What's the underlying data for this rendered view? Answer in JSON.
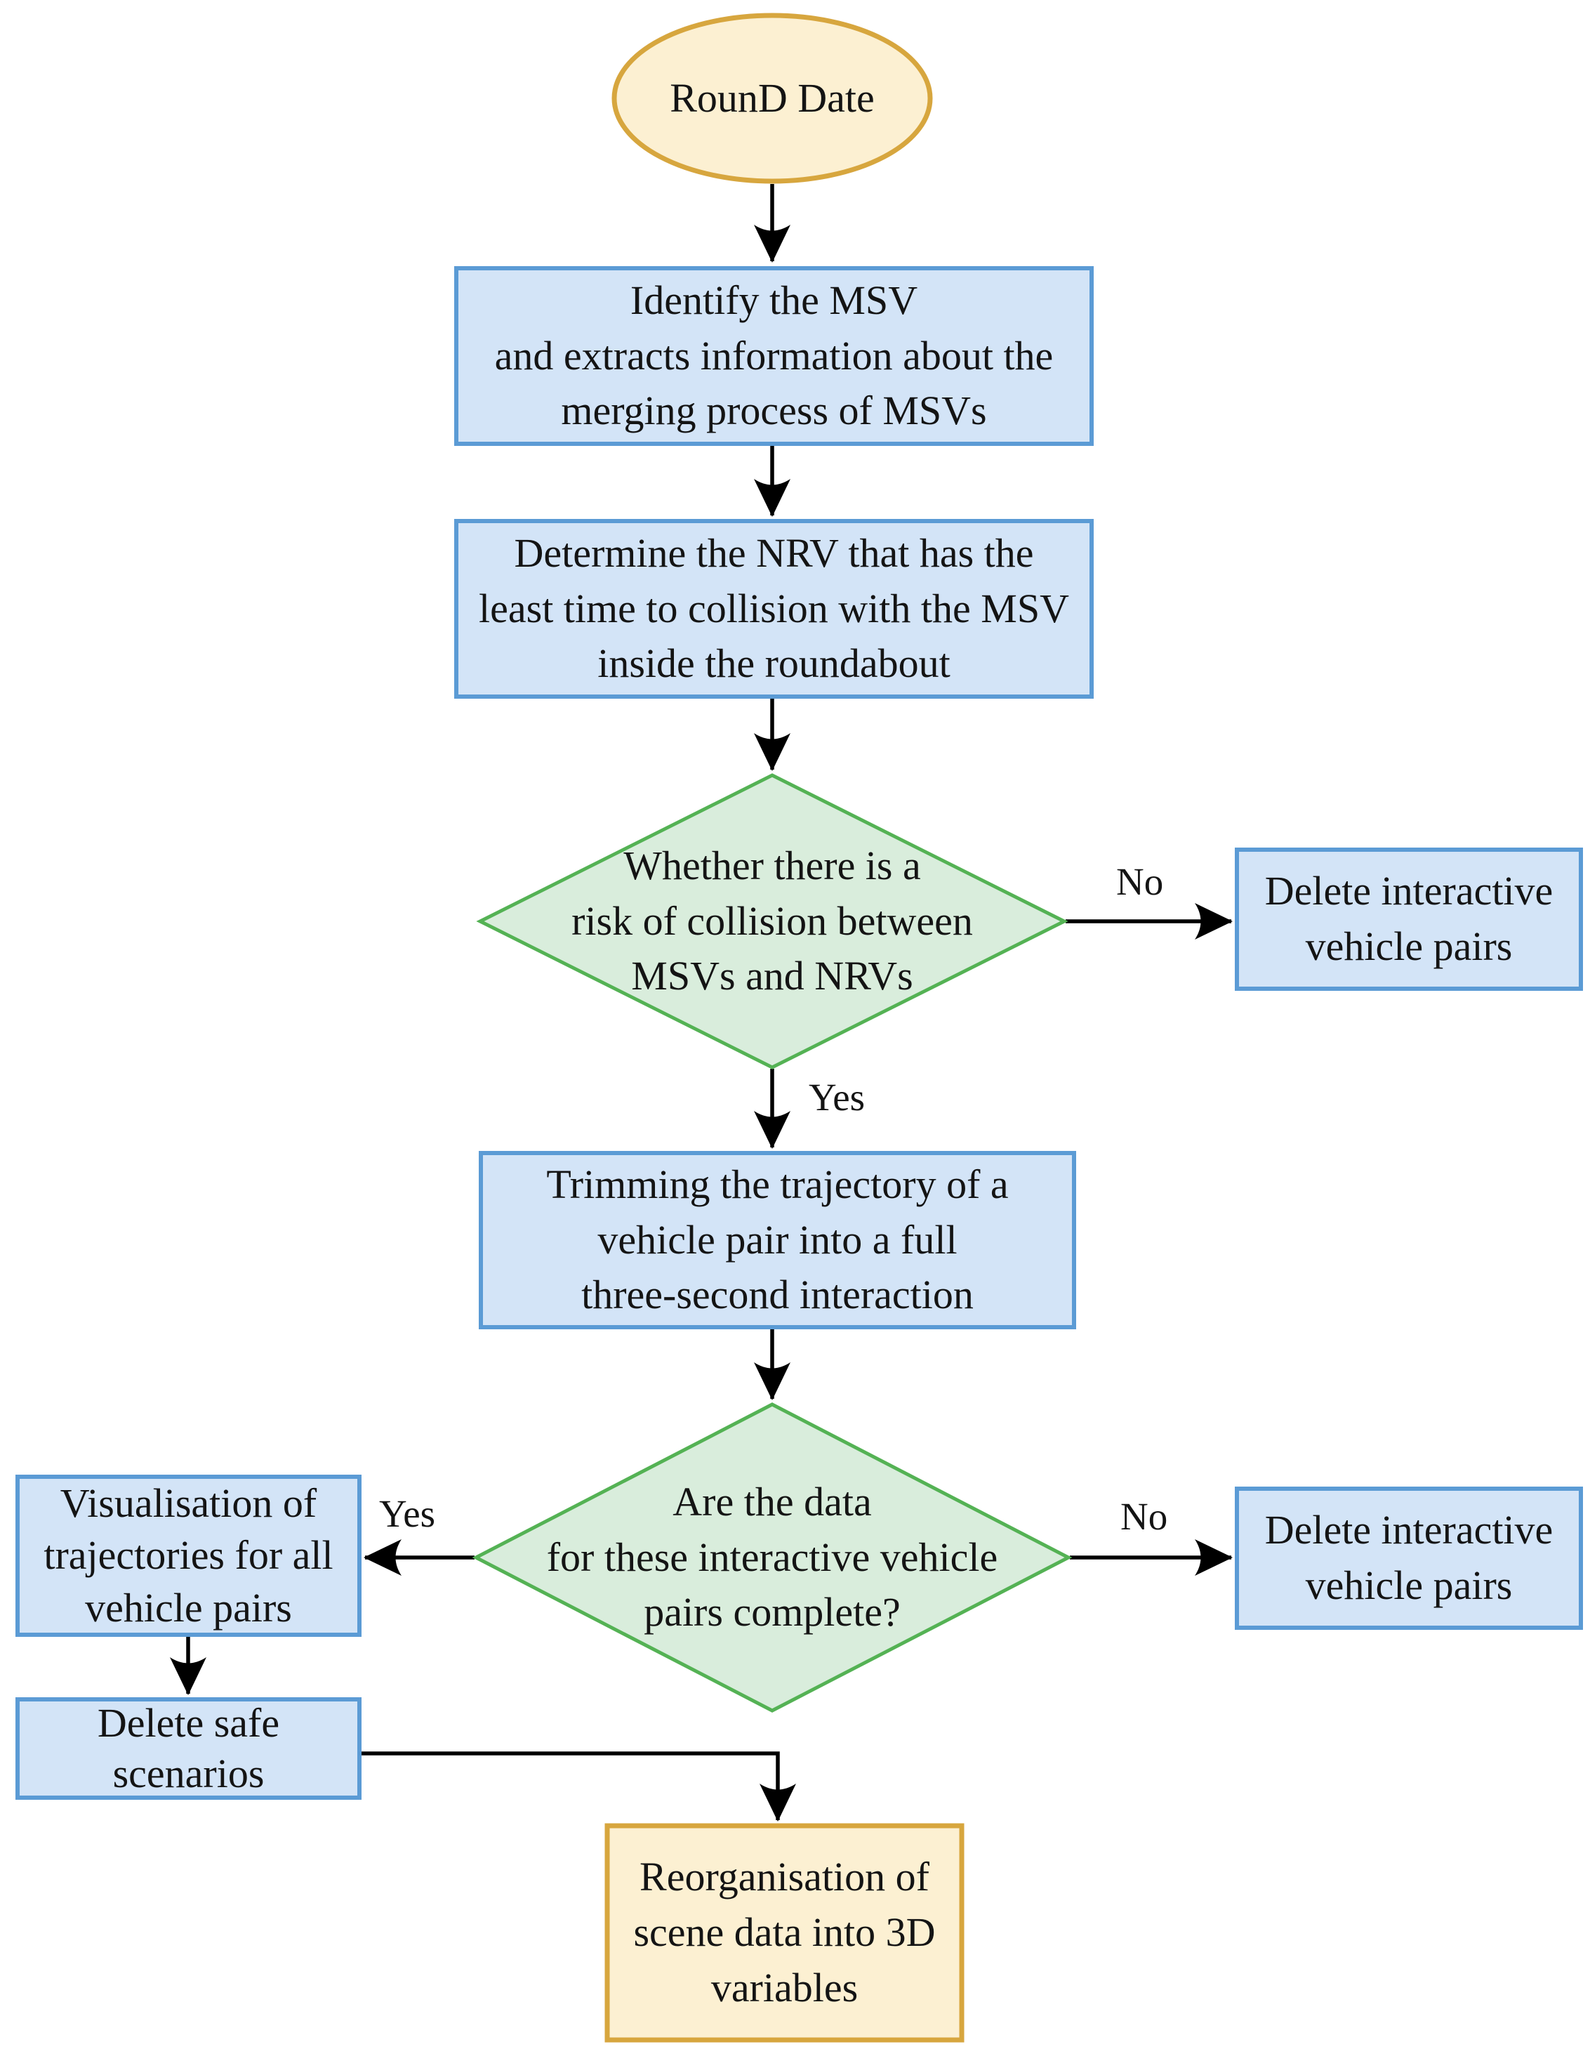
{
  "title": "RounD dataset scenario-extraction flowchart",
  "theme": {
    "bg": "#ffffff",
    "blue-fill": "#d3e4f7",
    "blue-border": "#5b9bd5",
    "green-fill": "#d9eddc",
    "green-border": "#54b254",
    "yellow-fill": "#fcf0d2",
    "yellow-border": "#d7a63e",
    "line-color": "#000000",
    "text-color": "#141414"
  },
  "nodes": {
    "start": {
      "label": "RounD Date"
    },
    "identify": {
      "lines": [
        "Identify the MSV",
        "and extracts information about the",
        "merging process of MSVs"
      ]
    },
    "determine": {
      "lines": [
        "Determine the NRV that has the",
        "least time to collision with the MSV",
        "inside the roundabout"
      ]
    },
    "risk_decision": {
      "lines": [
        "Whether there is a",
        "risk of collision between",
        "MSVs and NRVs"
      ]
    },
    "delete_pairs_top": {
      "lines": [
        "Delete interactive",
        "vehicle pairs"
      ]
    },
    "trimming": {
      "lines": [
        "Trimming the trajectory of a",
        "vehicle pair into a full",
        "three-second interaction"
      ]
    },
    "complete_decision": {
      "lines": [
        "Are the data",
        "for these interactive vehicle",
        "pairs complete?"
      ]
    },
    "delete_pairs_bottom": {
      "lines": [
        "Delete interactive",
        "vehicle pairs"
      ]
    },
    "visualisation": {
      "lines": [
        "Visualisation of",
        "trajectories for all",
        "vehicle pairs"
      ]
    },
    "delete_safe": {
      "lines": [
        "Delete safe",
        "scenarios"
      ]
    },
    "reorganisation": {
      "lines": [
        "Reorganisation of",
        "scene data into 3D",
        "variables"
      ]
    }
  },
  "edges": {
    "risk_no": {
      "label": "No"
    },
    "risk_yes": {
      "label": "Yes"
    },
    "complete_no": {
      "label": "No"
    },
    "complete_yes": {
      "label": "Yes"
    }
  }
}
